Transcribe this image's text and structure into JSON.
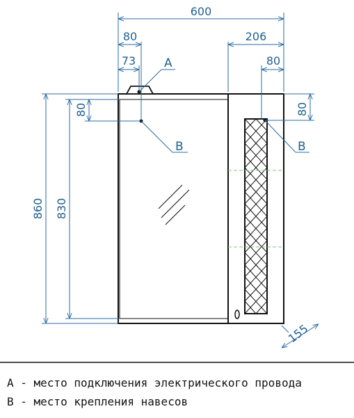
{
  "dimensions": {
    "total_width": "600",
    "left_offset_80": "80",
    "left_offset_73": "73",
    "right_206": "206",
    "right_80": "80",
    "left_vertical_80": "80",
    "right_vertical_80": "80",
    "height_860": "860",
    "height_830": "830",
    "depth_155": "155"
  },
  "markers": {
    "a": "A",
    "b_left": "B",
    "b_right": "B"
  },
  "legend": {
    "line_a": "A - место подключения электрического провода",
    "line_b": "B - место крепления навесов"
  }
}
